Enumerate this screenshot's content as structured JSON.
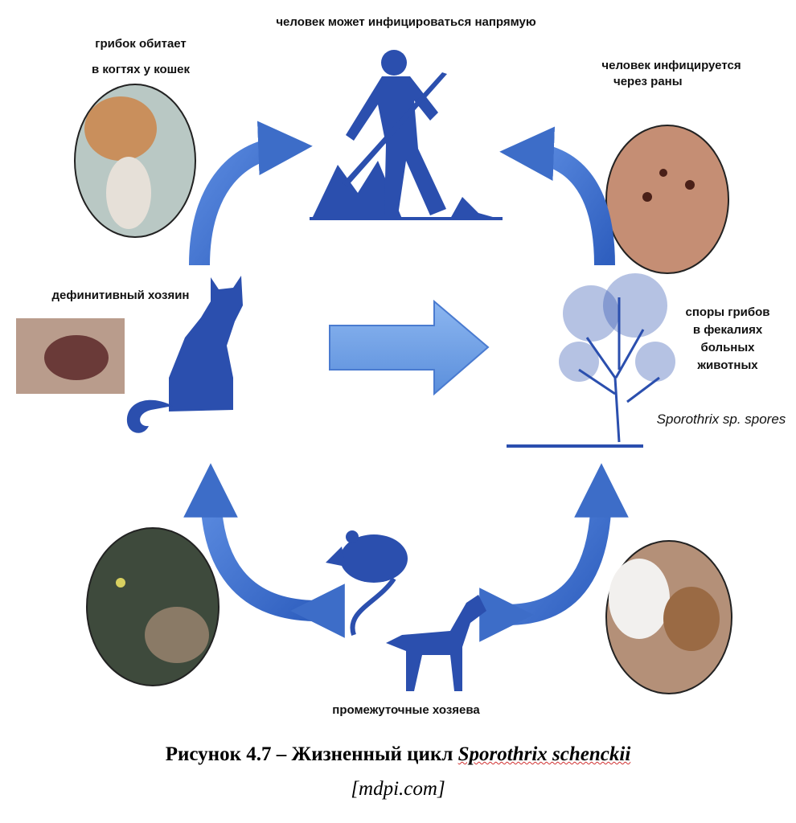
{
  "labels": {
    "human_direct": "человек может инфицироваться напрямую",
    "fungus_claws_1": "грибок обитает",
    "fungus_claws_2": "в когтях у кошек",
    "human_wounds_1": "человек инфицируется",
    "human_wounds_2": "через раны",
    "definitive_host": "дефинитивный хозяин",
    "spores_1": "споры грибов",
    "spores_2": "в фекалиях",
    "spores_3": "больных",
    "spores_4": "животных",
    "spores_latin": "Sporothrix sp. spores",
    "intermediate_hosts": "промежуточные хозяева"
  },
  "caption": {
    "prefix": "Рисунок 4.7 – Жизненный цикл ",
    "species": "Sporothrix schenckii",
    "source": "[mdpi.com]"
  },
  "colors": {
    "silhouette": "#2b4fae",
    "arrow": "#4a7bd0",
    "center_arrow": "#6e9fe2"
  }
}
